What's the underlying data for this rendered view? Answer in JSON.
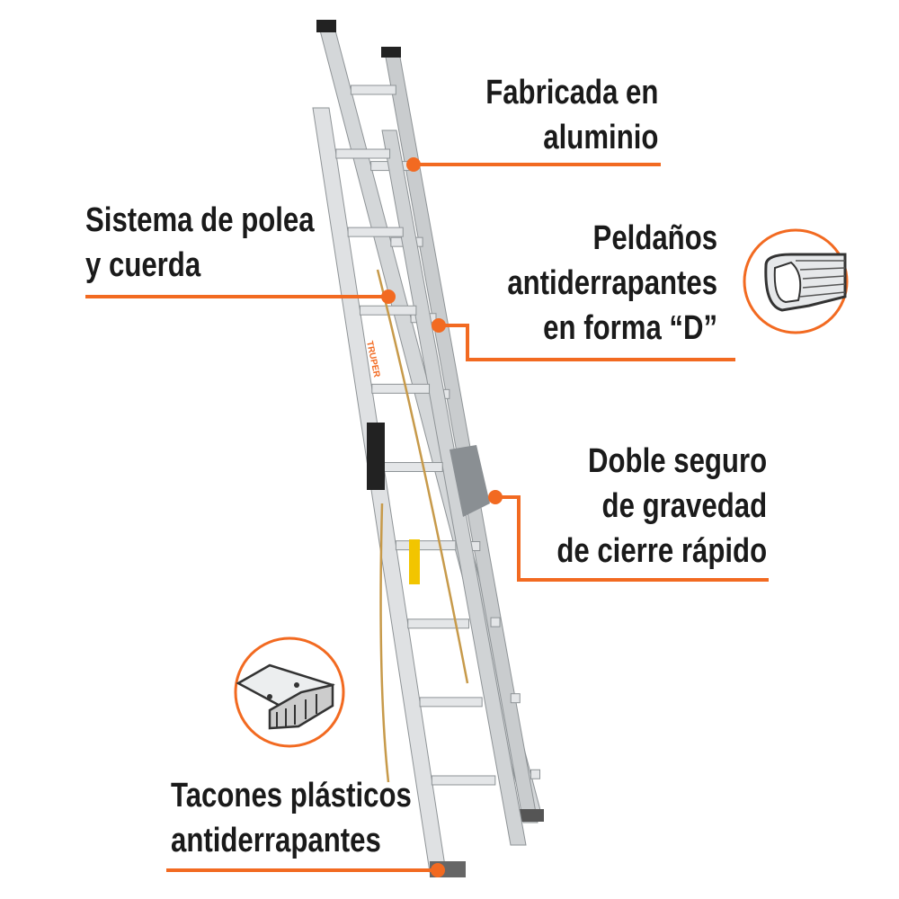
{
  "colors": {
    "accent": "#f26a21",
    "text": "#1a1a1a",
    "aluminum": "#c9ccce"
  },
  "brand": "TRUPER",
  "callouts": {
    "aluminio": [
      "Fabricada en",
      "aluminio"
    ],
    "polea": [
      "Sistema de polea",
      "y cuerda"
    ],
    "peldanos": [
      "Peldaños",
      "antiderrapantes",
      "en forma “D”"
    ],
    "seguro": [
      "Doble seguro",
      "de gravedad",
      "de cierre rápido"
    ],
    "tacones": [
      "Tacones plásticos",
      "antiderrapantes"
    ]
  }
}
